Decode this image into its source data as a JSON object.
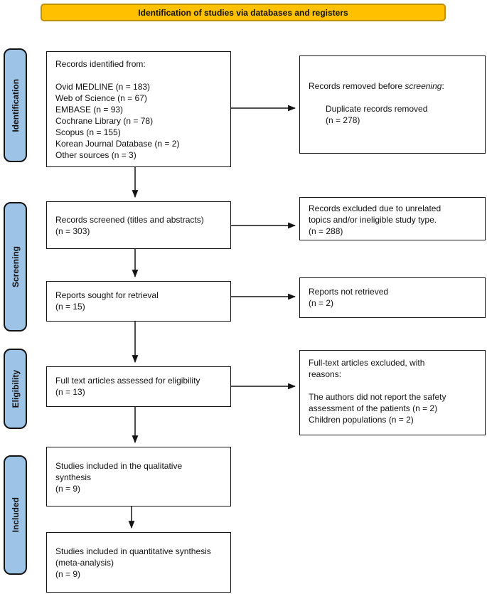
{
  "banner": {
    "title": "Identification of studies via databases and registers"
  },
  "stages": [
    {
      "label": "Identification"
    },
    {
      "label": "Screening"
    },
    {
      "label": "Eligibility"
    },
    {
      "label": "Included"
    }
  ],
  "boxes": {
    "records_identified": {
      "heading": "Records identified from:",
      "sources": [
        "Ovid MEDLINE (n = 183)",
        "Web of Science (n = 67)",
        "EMBASE (n = 93)",
        "Cochrane Library (n = 78)",
        "Scopus (n = 155)",
        "Korean Journal Database (n = 2)",
        "Other sources (n = 3)"
      ]
    },
    "records_removed": {
      "heading_prefix": "Records removed before ",
      "heading_italic": "screening",
      "heading_suffix": ":",
      "detail_line1": "Duplicate records removed",
      "detail_line2": "(n = 278)"
    },
    "records_screened": {
      "line1": "Records screened (titles and abstracts)",
      "line2": "(n = 303)"
    },
    "records_excluded": {
      "line1": "Records excluded due to unrelated",
      "line2": "topics and/or ineligible study type.",
      "line3": "(n = 288)"
    },
    "reports_sought": {
      "line1": "Reports sought for retrieval",
      "line2": "(n = 15)"
    },
    "reports_not_retrieved": {
      "line1": "Reports not retrieved",
      "line2": "(n = 2)"
    },
    "fulltext_assessed": {
      "line1": "Full text articles assessed for eligibility",
      "line2": "(n = 13)"
    },
    "fulltext_excluded": {
      "heading_line1": "Full-text articles excluded, with",
      "heading_line2": "reasons:",
      "reason1_line1": "The authors did not report the safety",
      "reason1_line2": "assessment of the patients (n = 2)",
      "reason2": "Children populations (n = 2)"
    },
    "qualitative_synthesis": {
      "line1": "Studies included in the qualitative",
      "line2": "synthesis",
      "line3": "(n = 9)"
    },
    "quantitative_synthesis": {
      "line1": "Studies included in quantitative synthesis",
      "line2": "(meta-analysis)",
      "line3": "(n = 9)"
    }
  },
  "colors": {
    "banner_fill": "#ffc000",
    "banner_border": "#bf9000",
    "stage_fill": "#9dc3e6",
    "stage_border": "#141414",
    "box_border": "#141414"
  }
}
